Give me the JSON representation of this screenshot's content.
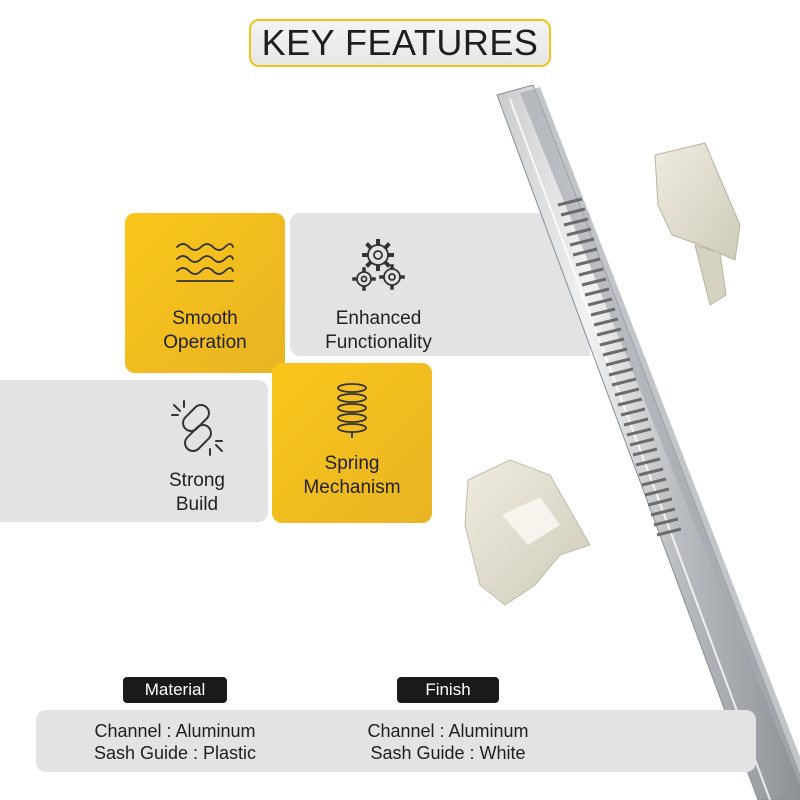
{
  "header": {
    "title": "KEY FEATURES"
  },
  "features": [
    {
      "label": "Smooth\nOperation",
      "icon": "waves-icon",
      "color": "#f7c01c"
    },
    {
      "label": "Enhanced\nFunctionality",
      "icon": "gears-icon",
      "color": "#e3e3e4"
    },
    {
      "label": "Strong\nBuild",
      "icon": "chain-link-icon",
      "color": "#e3e3e4"
    },
    {
      "label": "Spring\nMechanism",
      "icon": "spring-coil-icon",
      "color": "#f7c01c"
    }
  ],
  "specs": {
    "material": {
      "title": "Material",
      "lines": [
        "Channel : Aluminum",
        "Sash Guide : Plastic"
      ]
    },
    "finish": {
      "title": "Finish",
      "lines": [
        "Channel : Aluminum",
        "Sash Guide : White"
      ]
    }
  },
  "colors": {
    "accent": "#f7c01c",
    "panel": "#e3e3e4",
    "chip": "#1a1a1a"
  }
}
